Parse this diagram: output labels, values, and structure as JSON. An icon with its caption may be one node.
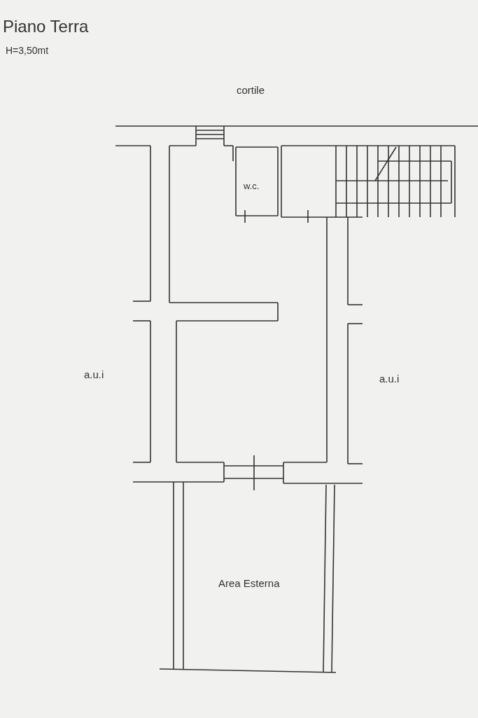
{
  "diagram": {
    "title": "Piano Terra",
    "labels": [
      "H=3,50mt",
      "cortile",
      "w.c.",
      "a.u.i",
      "a.u.i",
      "Area Esterna"
    ]
  }
}
